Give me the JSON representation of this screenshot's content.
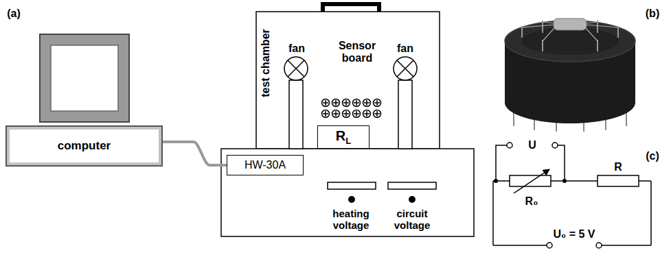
{
  "diagram": {
    "nodes": [
      {
        "text": [
          "computer"
        ]
      },
      {
        "text": [
          "HW-30A"
        ]
      },
      {
        "text": [
          "R",
          "L"
        ]
      }
    ],
    "edges": [
      {
        "from": 0,
        "to": 1,
        "arrow": "none"
      }
    ],
    "labels": [
      "(a)",
      "test chamber",
      "fan",
      "Sensor board",
      "fan",
      "heating voltage",
      "circuit voltage",
      "(b)",
      "(c)",
      "U",
      "R₀",
      "R",
      "U₀ = 5 V"
    ]
  }
}
